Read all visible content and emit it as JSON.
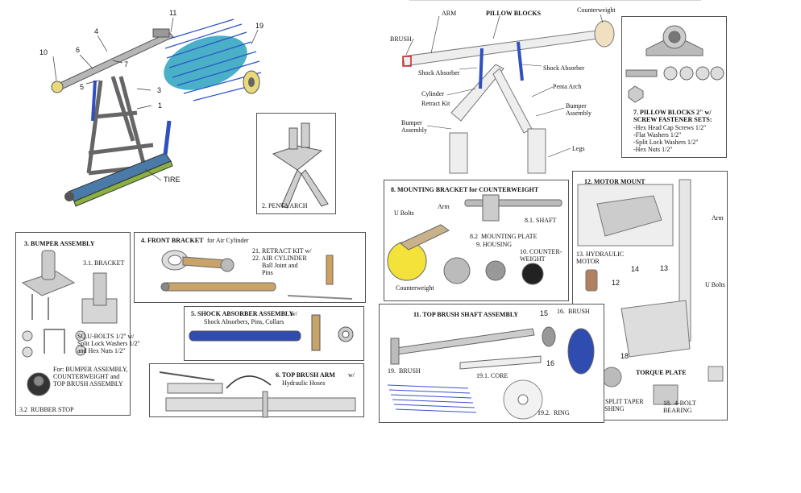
{
  "colors": {
    "brush_blue": "#3a4fd0",
    "metal": "#9a9a9a",
    "rubber_yellow": "#f2e23a",
    "cylinder_blue": "#2f4cb0",
    "cylinder_tan": "#c9a46a"
  },
  "main_callouts": {
    "n1": "1",
    "n3": "3",
    "n4": "4",
    "n5": "5",
    "n6": "6",
    "n7": "7",
    "n10": "10",
    "n11": "11",
    "n19": "19",
    "tire": "TIRE"
  },
  "penta_arch": {
    "title": "2. PENTA ARCH"
  },
  "assembly": {
    "arm": "ARM",
    "pillow_blocks": "PILLOW BLOCKS",
    "counterweight": "Counterweight",
    "brush": "BRUSH",
    "shock_absorber_left": "Shock Absorber",
    "shock_absorber_right": "Shock Absorber",
    "cylinder": "Cylinder",
    "retract_kit": "Retract Kit",
    "penta_arch": "Penta Arch",
    "bumper_assembly_left": "Bumper\nAssembly",
    "bumper_assembly_right": "Bumper\nAssembly",
    "legs": "Legs"
  },
  "pillow_blocks_panel": {
    "title": "7. PILLOW BLOCKS 2\" w/\nSCREW FASTENER SETS:",
    "items": "-Hex Head Cap Screws 1/2\"\n-Flat Washers 1/2\"\n-Split Lock Washers 1/2\"\n-Hex Nuts 1/2\""
  },
  "bumper_panel": {
    "title": "3. BUMPER ASSEMBLY",
    "bracket": "3.1. BRACKET",
    "ubolts": "SQ.U-BOLTS 1/2'' w/\nSplit Lock Washers 1/2''\nand Hex Nuts 1/2''",
    "for": "For: BUMPER ASSEMBLY,\nCOUNTERWEIGHT and\nTOP BRUSH ASSEMBLY",
    "rubber_stop": "3.2  RUBBER STOP"
  },
  "front_bracket": {
    "title": "4. FRONT BRACKET",
    "subtitle": " for Air Cylinder",
    "retract": "21. RETRACT KIT w/\n22. AIR CYLINDER\n      Ball Joint and\n      Pins"
  },
  "shock_panel": {
    "title": "5. SHOCK ABSORBER ASSEMBLY",
    "title2": " w/",
    "sub": "Shock Absorbers, Pins, Collars"
  },
  "top_brush_arm": {
    "title": "6. TOP BRUSH ARM",
    "title2": " w/",
    "sub": "Hydraulic Hoses"
  },
  "mounting_bracket": {
    "title": "8. MOUNTING BRACKET for COUNTERWEIGHT",
    "u_bolts": "U Bolts",
    "arm": "Arm",
    "shaft": "8.1. SHAFT",
    "plate": "8.2  MOUNTING PLATE",
    "housing": "9. HOUSING",
    "counterweight_item": "10. COUNTER-\nWEIGHT",
    "counterweight": "Counterweight"
  },
  "motor_mount": {
    "title": "12. MOTOR MOUNT",
    "arm": "Arm",
    "ubolts": "U Bolts",
    "hydraulic": "13. HYDRAULIC\nMOTOR",
    "n12": "12",
    "n13": "13",
    "n14": "14",
    "n18": "18",
    "torque": "TORQUE PLATE",
    "taper": "17. SPLIT TAPER\nBUSHING",
    "bearing": "18.  4-BOLT\nBEARING"
  },
  "top_brush_shaft": {
    "title": "11. TOP BRUSH SHAFT ASSEMBLY",
    "n15": "15",
    "n16": "16",
    "n16label": "16.  BRUSH",
    "brush": "19.  BRUSH",
    "core": "19.1. CORE",
    "ring": "19.2.  RING"
  }
}
